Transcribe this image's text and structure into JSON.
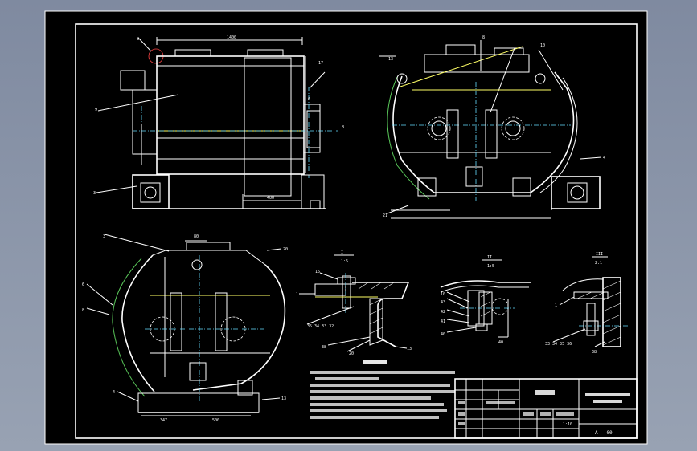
{
  "drawing": {
    "background_color": "#000000",
    "viewport_color": "#8c96a8",
    "line_color": "#ffffff",
    "accent_colors": {
      "yellow": "#ffff66",
      "green": "#5ac85a",
      "cyan": "#66ddff",
      "red": "#ff4444"
    },
    "section_marks": {
      "a": {
        "top": "I",
        "bottom": "1:5"
      },
      "b": {
        "top": "II",
        "bottom": "1:5"
      },
      "c": {
        "top": "III",
        "bottom": "2:1"
      }
    },
    "title_block": {
      "sheet_no": "A - 00"
    }
  }
}
